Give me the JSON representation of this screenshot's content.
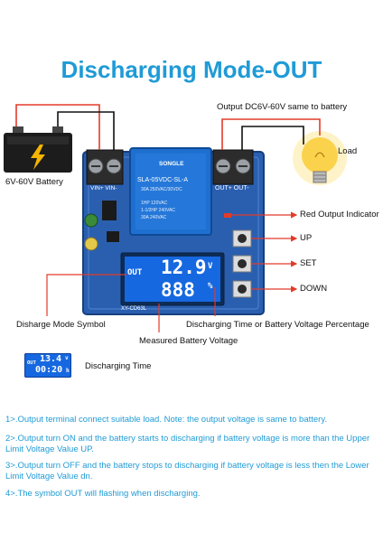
{
  "title": "Discharging Mode-OUT",
  "labels": {
    "output_top": "Output DC6V-60V same to battery",
    "battery": "6V-60V Battery",
    "load": "Load",
    "red_indicator": "Red Output Indicator",
    "up": "UP",
    "set": "SET",
    "down": "DOWN",
    "mode_symbol": "Disharge Mode Symbol",
    "time_or_pct": "Discharging Time or Battery Voltage Percentage",
    "measured": "Measured Battery Voltage",
    "discharging_time": "Discharging Time"
  },
  "board": {
    "terminal_in": "VIN+ VIN-",
    "terminal_out": "OUT+ OUT-",
    "relay_brand": "SONGLE",
    "relay_model": "SLA-05VDC-SL-A",
    "relay_spec1": "30A 250VAC/30VDC",
    "relay_spec2": "1HP 120VAC",
    "relay_spec3": "1-1/2HP 240VAC",
    "relay_spec4": "30A 240VAC",
    "board_id": "XY-CD63L"
  },
  "lcd": {
    "mode": "OUT",
    "voltage": "12.9",
    "unit": "V",
    "value2": "888",
    "unit2": "%"
  },
  "mini_lcd": {
    "mode": "OUT",
    "top": "13.4",
    "top_unit": "v",
    "bottom": "00:20",
    "bottom_unit": "h"
  },
  "notes": [
    "1>.Output terminal connect suitable load. Note: the output voltage is same to battery.",
    "2>.Output turn ON and the battery starts to discharging if battery voltage is more than the Upper Limit Voltage Value UP.",
    "3>.Output turn OFF and the battery stops to discharging if battery voltage is less then the Lower Limit Voltage Value dn.",
    "4>.The symbol OUT will flashing when discharging."
  ],
  "colors": {
    "title": "#1f9bd6",
    "pointer": "#e23b2a",
    "board": "#2a5fb0",
    "lcd": "#1668e0"
  }
}
